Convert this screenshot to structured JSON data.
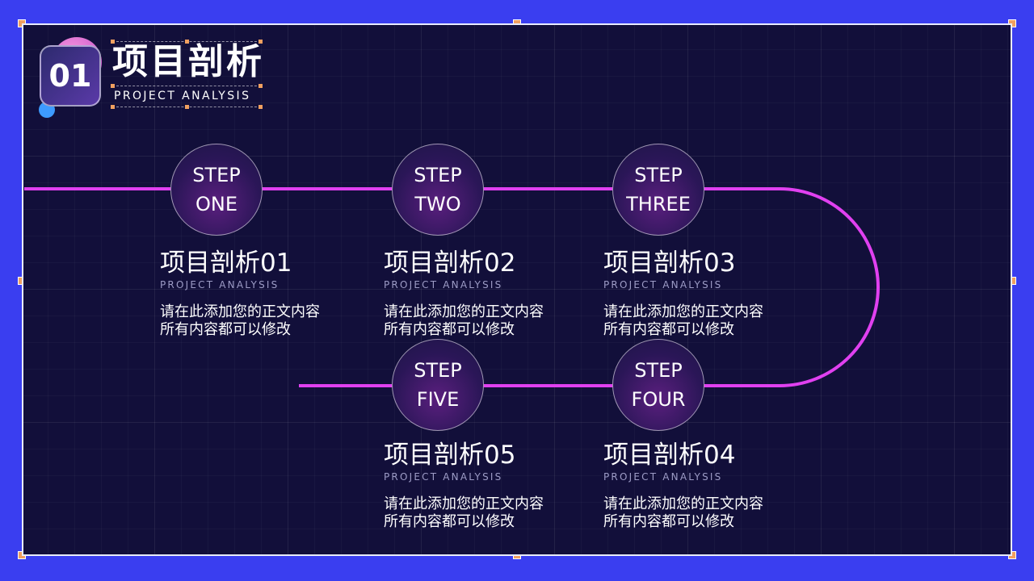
{
  "header": {
    "number": "01",
    "title": "项目剖析",
    "subtitle": "PROJECT ANALYSIS"
  },
  "steps": [
    {
      "line1": "STEP",
      "line2": "ONE",
      "title": "项目剖析01",
      "english": "PROJECT ANALYSIS",
      "desc1": "请在此添加您的正文内容",
      "desc2": "所有内容都可以修改"
    },
    {
      "line1": "STEP",
      "line2": "TWO",
      "title": "项目剖析02",
      "english": "PROJECT ANALYSIS",
      "desc1": "请在此添加您的正文内容",
      "desc2": "所有内容都可以修改"
    },
    {
      "line1": "STEP",
      "line2": "THREE",
      "title": "项目剖析03",
      "english": "PROJECT ANALYSIS",
      "desc1": "请在此添加您的正文内容",
      "desc2": "所有内容都可以修改"
    },
    {
      "line1": "STEP",
      "line2": "FOUR",
      "title": "项目剖析04",
      "english": "PROJECT ANALYSIS",
      "desc1": "请在此添加您的正文内容",
      "desc2": "所有内容都可以修改"
    },
    {
      "line1": "STEP",
      "line2": "FIVE",
      "title": "项目剖析05",
      "english": "PROJECT ANALYSIS",
      "desc1": "请在此添加您的正文内容",
      "desc2": "所有内容都可以修改"
    }
  ],
  "colors": {
    "background": "#3a3ef0",
    "panel": "#120f3a",
    "track": "#e040f0",
    "handle": "#f0a060"
  }
}
